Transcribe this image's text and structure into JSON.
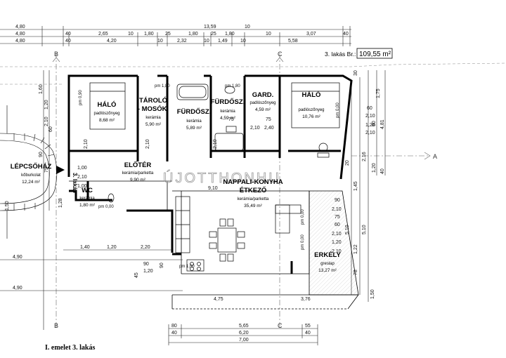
{
  "drawing": {
    "title": "I. emelet 3. lakás",
    "apartment_label": "3. lakás Br.:",
    "apartment_area": "109,55 m²",
    "watermark": "ÚJOTTHONHU"
  },
  "rooms": [
    {
      "key": "halo1",
      "name": "HÁLÓ",
      "material": "padlószőnyeg",
      "area": "8,68 m²"
    },
    {
      "key": "tarolo",
      "name": "TÁROLÓ",
      "name2": "- MOSÓK.",
      "material": "kerámia",
      "area": "5,90 m²"
    },
    {
      "key": "furdo1",
      "name": "FÜRDŐSZ.",
      "material": "kerámia",
      "area": "5,89 m²"
    },
    {
      "key": "furdo2",
      "name": "FÜRDŐSZ.",
      "material": "kerámia",
      "area": "4,59 m²"
    },
    {
      "key": "gard",
      "name": "GARD.",
      "material": "padlószőnyeg",
      "area": "4,59 m²"
    },
    {
      "key": "halo2",
      "name": "HÁLÓ",
      "material": "padlószőnyeg",
      "area": "10,76 m²"
    },
    {
      "key": "lepcso",
      "name": "LÉPCSŐHÁZ",
      "material": "kőburkolat",
      "area": "12,24 m²"
    },
    {
      "key": "eloter",
      "name": "ELŐTÉR",
      "material": "kerámia/parketta",
      "area": "9,90 m²"
    },
    {
      "key": "wc",
      "name": "WC",
      "material": "kerámia",
      "area": "1,80 m²"
    },
    {
      "key": "napp",
      "name": "NAPPALI-KONYHA",
      "name2": "ÉTKEZŐ",
      "material": "kerámia/parketta",
      "area": "35,49 m²"
    },
    {
      "key": "erkely",
      "name": "ERKÉLY",
      "material": "greslap",
      "area": "13,27 m²"
    }
  ],
  "side_label": "3. lakás",
  "axis_letters": {
    "b": "B",
    "c": "C",
    "a": "A"
  },
  "top_dims": {
    "row1": [
      "4,80",
      "13,59",
      "10"
    ],
    "row2": [
      "4,80",
      "40",
      "2,65",
      "10",
      "1,80",
      "25",
      "1,80",
      "25",
      "1,80",
      "10",
      "3,07",
      "40"
    ],
    "row3": [
      "4,80",
      "40",
      "4,20",
      "10",
      "2,32",
      "10",
      "1,49",
      "10",
      "5,58"
    ]
  },
  "bottom_dims": {
    "row1": [
      "80",
      "5,65",
      "55"
    ],
    "row2": [
      "40",
      "6,20",
      "40"
    ],
    "row3": [
      "7,00"
    ]
  },
  "left_dims": [
    "1,60",
    "1,20",
    "1,50",
    "4,90",
    "4,90",
    "2,10",
    "90",
    "75",
    "1,00",
    "1,28",
    "1,40",
    "1,20",
    "2,20",
    "60",
    "90",
    "1,20",
    "45",
    "90"
  ],
  "right_dims": [
    "60",
    "2,10",
    "1,20",
    "2,10",
    "1,45",
    "20",
    "30",
    "90",
    "2,10",
    "75",
    "60",
    "2,10",
    "1,20",
    "2,10",
    "1,50",
    "78",
    "1,22",
    "1,75",
    "4,81",
    "90",
    "2,16",
    "40",
    "1,20",
    "5,10",
    "5,10"
  ],
  "inner_labels": [
    "pm 1,80",
    "pm 1,80",
    "pm 0,90",
    "pm 0,00",
    "pm 0,00",
    "pm 0,00",
    "pm 0,00",
    "pm 1,00",
    "9,10",
    "4,75",
    "3,76",
    "1,00",
    "2,10",
    "2,10",
    "2,10",
    "2,10",
    "75",
    "75",
    "2,10",
    "2,40"
  ]
}
